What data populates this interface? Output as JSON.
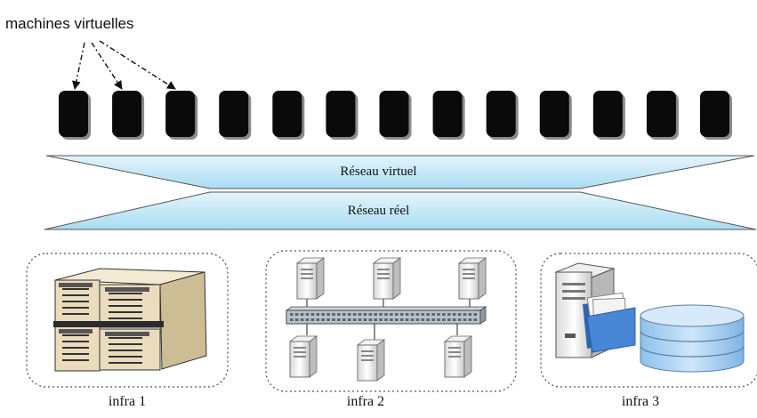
{
  "labels": {
    "virtual_machines": "machines virtuelles",
    "virtual_network": "Réseau virtuel",
    "real_network": "Réseau réel"
  },
  "vm_count": 13,
  "vm_pointer_targets": 3,
  "infrastructures": [
    {
      "label": "infra 1",
      "content": "server-stack"
    },
    {
      "label": "infra 2",
      "content": "networked-servers-with-switch"
    },
    {
      "label": "infra 3",
      "content": "server-folder-database"
    }
  ],
  "colors": {
    "vm": "#0a0a0a",
    "vm_shadow": "#8a8a8a",
    "network_fill": "#bfe6f6",
    "network_stroke": "#555555",
    "infra_border": "#555555",
    "server_beige": "#eadcbc",
    "database_blue": "#a8cff0",
    "folder_blue": "#3f78c7"
  }
}
